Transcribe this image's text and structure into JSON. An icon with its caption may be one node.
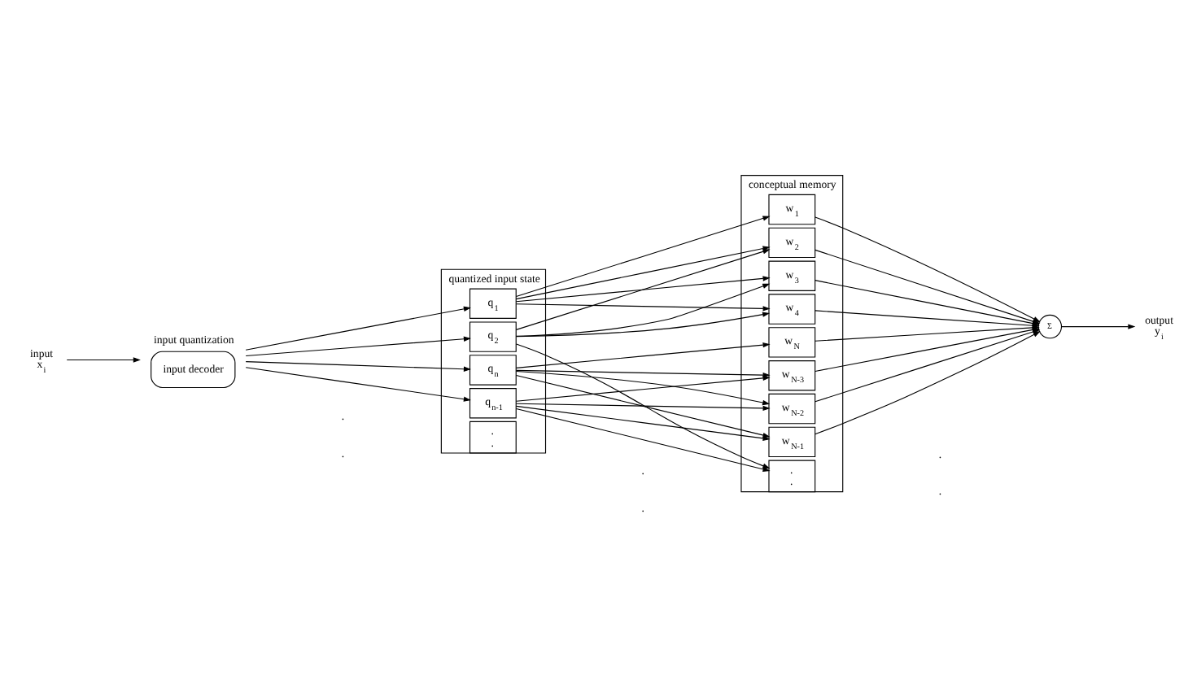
{
  "diagram": {
    "nodes": [
      {
        "text": [
          "input",
          "x$_{i}$"
        ]
      },
      {
        "text": [
          "input decoder"
        ],
        "beside": [
          "input quantization"
        ]
      },
      {
        "text": [
          "quantized input state"
        ]
      },
      {
        "text": [
          "q$_{1}$"
        ],
        "in": 2
      },
      {
        "text": [
          "q$_{2}$"
        ],
        "in": 2
      },
      {
        "text": [
          ".",
          "."
        ],
        "in": 2
      },
      {
        "text": [
          "q$_{n-1}$"
        ],
        "in": 2
      },
      {
        "text": [
          "q$_{n}$"
        ],
        "in": 2
      },
      {
        "text": [
          "conceptual memory"
        ]
      },
      {
        "text": [
          "w$_{1}$"
        ],
        "in": 8
      },
      {
        "text": [
          "w$_{2}$"
        ],
        "in": 8
      },
      {
        "text": [
          "w$_{3}$"
        ],
        "in": 8
      },
      {
        "text": [
          "w$_{4}$"
        ],
        "in": 8
      },
      {
        "text": [
          ".",
          "."
        ],
        "in": 8
      },
      {
        "text": [
          "w$_{N-3}$"
        ],
        "in": 8
      },
      {
        "text": [
          "w$_{N-2}$"
        ],
        "in": 8
      },
      {
        "text": [
          "w$_{N-1}$"
        ],
        "in": 8
      },
      {
        "text": [
          "w$_{N}$"
        ],
        "in": 8
      },
      {
        "text": [
          "Σ"
        ]
      },
      {
        "text": [
          "output",
          "y$_{i}$"
        ]
      }
    ],
    "edges": [
      {
        "from": 0,
        "to": 1,
        "arrow": "to"
      },
      {
        "from": 1,
        "to": 3,
        "arrow": "to"
      },
      {
        "from": 1,
        "to": 4,
        "arrow": "to"
      },
      {
        "from": 1,
        "to": 6,
        "arrow": "to"
      },
      {
        "from": 1,
        "to": 7,
        "arrow": "to"
      },
      {
        "from": 3,
        "to": 9,
        "arrow": "to"
      },
      {
        "from": 3,
        "to": 10,
        "arrow": "to"
      },
      {
        "from": 3,
        "to": 11,
        "arrow": "to"
      },
      {
        "from": 3,
        "to": 12,
        "arrow": "to"
      },
      {
        "from": 4,
        "to": 10,
        "arrow": "to"
      },
      {
        "from": 4,
        "to": 11,
        "arrow": "to"
      },
      {
        "from": 4,
        "to": 12,
        "arrow": "to"
      },
      {
        "from": 4,
        "to": 13,
        "arrow": "to"
      },
      {
        "from": 6,
        "to": 13,
        "arrow": "to"
      },
      {
        "from": 6,
        "to": 14,
        "arrow": "to"
      },
      {
        "from": 6,
        "to": 15,
        "arrow": "to"
      },
      {
        "from": 6,
        "to": 16,
        "arrow": "to"
      },
      {
        "from": 7,
        "to": 14,
        "arrow": "to"
      },
      {
        "from": 7,
        "to": 15,
        "arrow": "to"
      },
      {
        "from": 7,
        "to": 16,
        "arrow": "to"
      },
      {
        "from": 7,
        "to": 17,
        "arrow": "to"
      },
      {
        "from": 9,
        "to": 18,
        "arrow": "to"
      },
      {
        "from": 10,
        "to": 18,
        "arrow": "to"
      },
      {
        "from": 11,
        "to": 18,
        "arrow": "to"
      },
      {
        "from": 12,
        "to": 18,
        "arrow": "to"
      },
      {
        "from": 14,
        "to": 18,
        "arrow": "to"
      },
      {
        "from": 15,
        "to": 18,
        "arrow": "to"
      },
      {
        "from": 16,
        "to": 18,
        "arrow": "to"
      },
      {
        "from": 17,
        "to": 18,
        "arrow": "to"
      },
      {
        "from": 18,
        "to": 19,
        "arrow": "to"
      }
    ],
    "labels": [
      ".",
      ".",
      ".",
      ".",
      ".",
      "."
    ]
  }
}
